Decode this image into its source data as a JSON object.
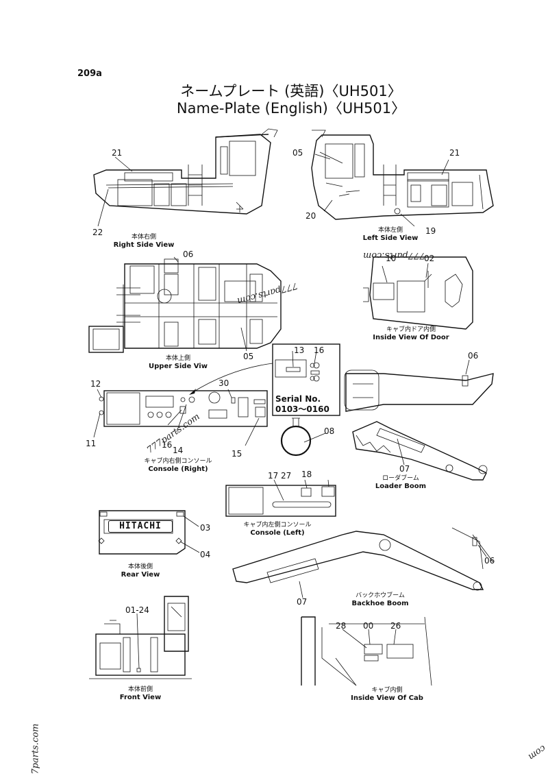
{
  "page_number": "209a",
  "title_jp": "ネームプレート (英語)〈UH501〉",
  "title_en": "Name-Plate (English)〈UH501〉",
  "watermarks": [
    "777parts.com",
    "777parts.com",
    "777parts.com",
    "7parts.com",
    "com"
  ],
  "serial": {
    "label": "Serial No.",
    "range": "0103～0160"
  },
  "views": [
    {
      "jp": "本体右側",
      "en": "Right Side View"
    },
    {
      "jp": "本体左側",
      "en": "Left Side View"
    },
    {
      "jp": "本体上側",
      "en": "Upper Side Viw"
    },
    {
      "jp": "キャブ内ドア内側",
      "en": "Inside View Of Door"
    },
    {
      "jp": "キャブ内右側コンソール",
      "en": "Console (Right)"
    },
    {
      "jp": "ローダブーム",
      "en": "Loader Boom"
    },
    {
      "jp": "キャブ内左側コンソール",
      "en": "Console (Left)"
    },
    {
      "jp": "本体後側",
      "en": "Rear View"
    },
    {
      "jp": "バックホウブーム",
      "en": "Backhoe Boom"
    },
    {
      "jp": "本体前側",
      "en": "Front View"
    },
    {
      "jp": "キャブ内側",
      "en": "Inside View Of Cab"
    }
  ],
  "hitachi_logo": "HITACHI",
  "callouts": [
    "21",
    "22",
    "05",
    "21",
    "20",
    "19",
    "06",
    "10",
    "02",
    "05",
    "13",
    "16",
    "12",
    "30",
    "11",
    "16",
    "14",
    "15",
    "06",
    "08",
    "07",
    "17",
    "27",
    "18",
    "03",
    "04",
    "06",
    "07",
    "01-24",
    "28",
    "00",
    "26"
  ]
}
